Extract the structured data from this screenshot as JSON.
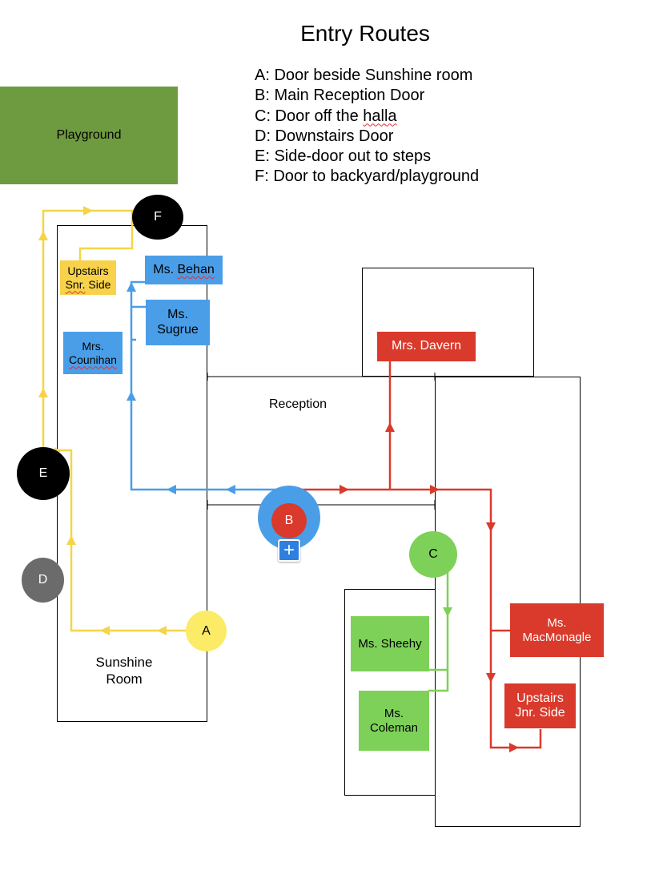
{
  "title": "Entry Routes",
  "legend": [
    {
      "pre": "A: Door beside Sunshine room",
      "squig": "",
      "post": ""
    },
    {
      "pre": "B: Main Reception Door",
      "squig": "",
      "post": ""
    },
    {
      "pre": "C: Door off the ",
      "squig": "halla",
      "post": ""
    },
    {
      "pre": "D: Downstairs Door",
      "squig": "",
      "post": ""
    },
    {
      "pre": "E: Side-door out to steps",
      "squig": "",
      "post": ""
    },
    {
      "pre": "F: Door to backyard/playground",
      "squig": "",
      "post": ""
    }
  ],
  "areas": {
    "playground": "Playground",
    "reception": "Reception",
    "sunshine_room": [
      "Sunshine",
      "Room"
    ]
  },
  "doors": {
    "a": "A",
    "b": "B",
    "c": "C",
    "d": "D",
    "e": "E",
    "f": "F"
  },
  "rooms": {
    "upstairs_snr": {
      "line1": "Upstairs",
      "line2_squig": "Snr.",
      "line2_rest": " Side"
    },
    "behan": {
      "pre": "Ms. ",
      "squig": "Behan"
    },
    "sugrue": [
      "Ms.",
      "Sugrue"
    ],
    "counihan": {
      "line1": "Mrs.",
      "line2_squig": "Counihan"
    },
    "davern": "Mrs. Davern",
    "macmonagle": [
      "Ms.",
      "MacMonagle"
    ],
    "upstairs_jnr": [
      "Upstairs",
      "Jnr. Side"
    ],
    "sheehy": "Ms. Sheehy",
    "coleman": [
      "Ms.",
      "Coleman"
    ]
  },
  "controls": {
    "add_icon": "+"
  },
  "colors": {
    "yellow_route": "#f5d44a",
    "blue_route": "#4a9ee8",
    "red_route": "#d93a2b",
    "green_route": "#7ed158",
    "playground": "#6f9b40",
    "door_black": "#000000",
    "door_gray": "#6b6b6b",
    "door_yellow": "#fbeb66"
  }
}
